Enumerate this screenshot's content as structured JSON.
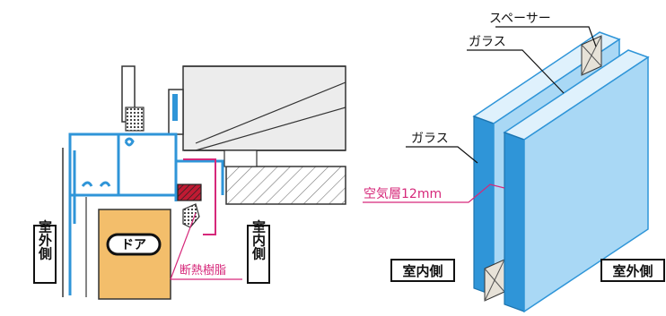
{
  "left_diagram": {
    "outdoor_label": "室外側",
    "indoor_label": "室内側",
    "door_label": "ドア",
    "resin_label": "断熱樹脂"
  },
  "right_diagram": {
    "spacer_label": "スペーサー",
    "glass_label_top": "ガラス",
    "glass_label_left": "ガラス",
    "air_layer_label": "空気層12mm",
    "indoor_label": "室内側",
    "outdoor_label": "室外側"
  },
  "colors": {
    "frame_blue": "#2f95d8",
    "glass_blue": "#a9d8f5",
    "glass_edge": "#2f95d8",
    "resin_pink": "#d6287a",
    "door_tan": "#f3be6b"
  }
}
